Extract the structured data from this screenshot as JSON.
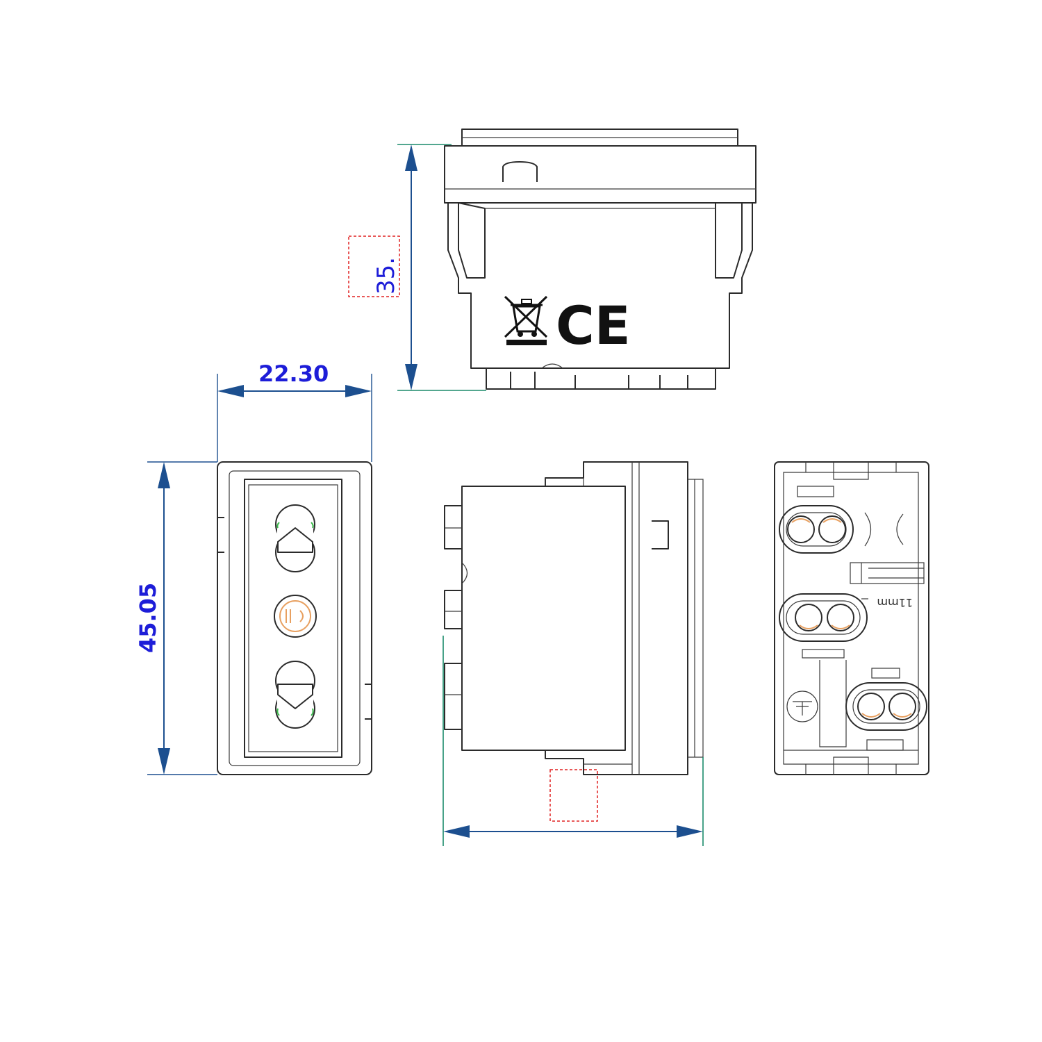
{
  "dimensions": {
    "width": "22.30",
    "height": "45.05",
    "depth": "35."
  },
  "markings": {
    "ce_mark": "CE",
    "strip_length": "11mm",
    "icons": [
      "weee-crossed-bin-icon",
      "earth-ground-icon"
    ]
  },
  "colors": {
    "dimension_line": "#1c4f8f",
    "dimension_text": "#1d1dd8",
    "extension_line_green": "#1a8a6a",
    "placeholder_box": "#e02020",
    "drawing_line": "#2b2b2b"
  }
}
